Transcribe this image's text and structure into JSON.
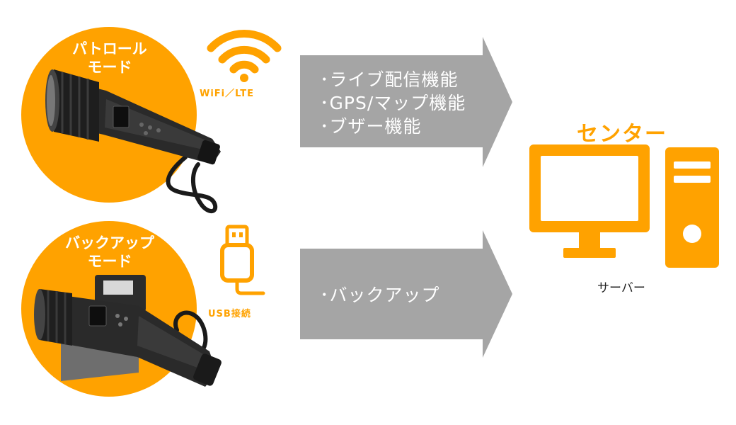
{
  "colors": {
    "accent": "#FFA200",
    "arrow": "#A5A5A5",
    "text_white": "#FFFFFF",
    "text_dark": "#222222"
  },
  "patrol": {
    "label_line1": "パトロール",
    "label_line2": "モード",
    "connection_label": "WiFi／LTE",
    "features": [
      "･ライブ配信機能",
      "･GPS/マップ機能",
      "･ブザー機能"
    ]
  },
  "backup": {
    "label_line1": "バックアップ",
    "label_line2": "モード",
    "connection_label": "USB接続",
    "features": [
      "･バックアップ"
    ]
  },
  "center": {
    "title": "センター",
    "server_label": "サーバー"
  },
  "icons": {
    "patrol_connection": "wifi-icon",
    "backup_connection": "usb-icon",
    "center_device": "desktop-computer-icon",
    "patrol_device": "flashlight-camera-icon",
    "backup_device": "docked-camera-icon"
  }
}
